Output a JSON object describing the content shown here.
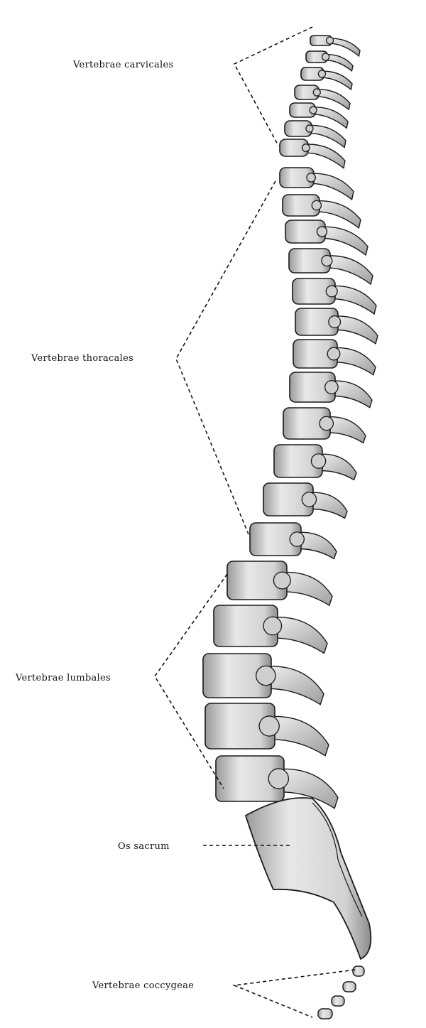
{
  "labels": {
    "cervicales": "Vertebrae carvicales",
    "thoracales": "Vertebrae thoracales",
    "lumbales": "Vertebrae lumbales",
    "sacrum": "Os sacrum",
    "coccygeae": "Vertebrae coccygeae"
  },
  "colors": {
    "background": "#ffffff",
    "bone_fill": "#dcdcdc",
    "bone_light": "#efefef",
    "bone_outline": "#1a1a1a",
    "leader_line": "#111111"
  }
}
